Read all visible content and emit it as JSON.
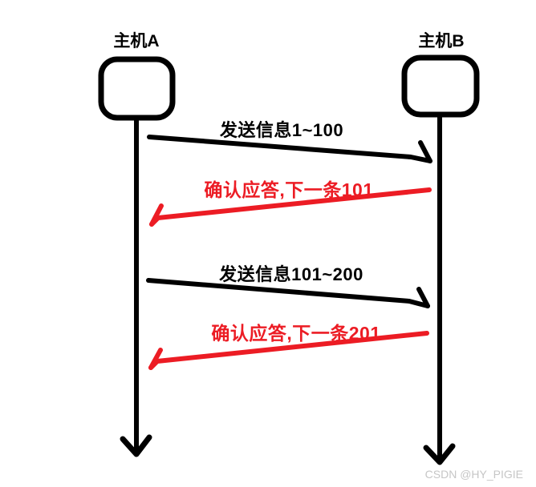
{
  "diagram": {
    "title_hint": "stop-and-wait acknowledgement sequence",
    "hosts": [
      {
        "id": "A",
        "label": "主机A"
      },
      {
        "id": "B",
        "label": "主机B"
      }
    ],
    "messages": [
      {
        "text": "发送信息1~100",
        "from": "主机A",
        "to": "主机B",
        "color": "#000000",
        "kind": "send"
      },
      {
        "text": "确认应答,下一条101",
        "from": "主机B",
        "to": "主机A",
        "color": "#ec1c24",
        "kind": "ack"
      },
      {
        "text": "发送信息101~200",
        "from": "主机A",
        "to": "主机B",
        "color": "#000000",
        "kind": "send"
      },
      {
        "text": "确认应答,下一条201",
        "from": "主机B",
        "to": "主机A",
        "color": "#ec1c24",
        "kind": "ack"
      }
    ]
  },
  "watermark": "CSDN @HY_PIGIE",
  "colors": {
    "ink": "#000000",
    "red": "#ec1c24",
    "watermark": "#c6c6c6",
    "background": "#ffffff"
  }
}
